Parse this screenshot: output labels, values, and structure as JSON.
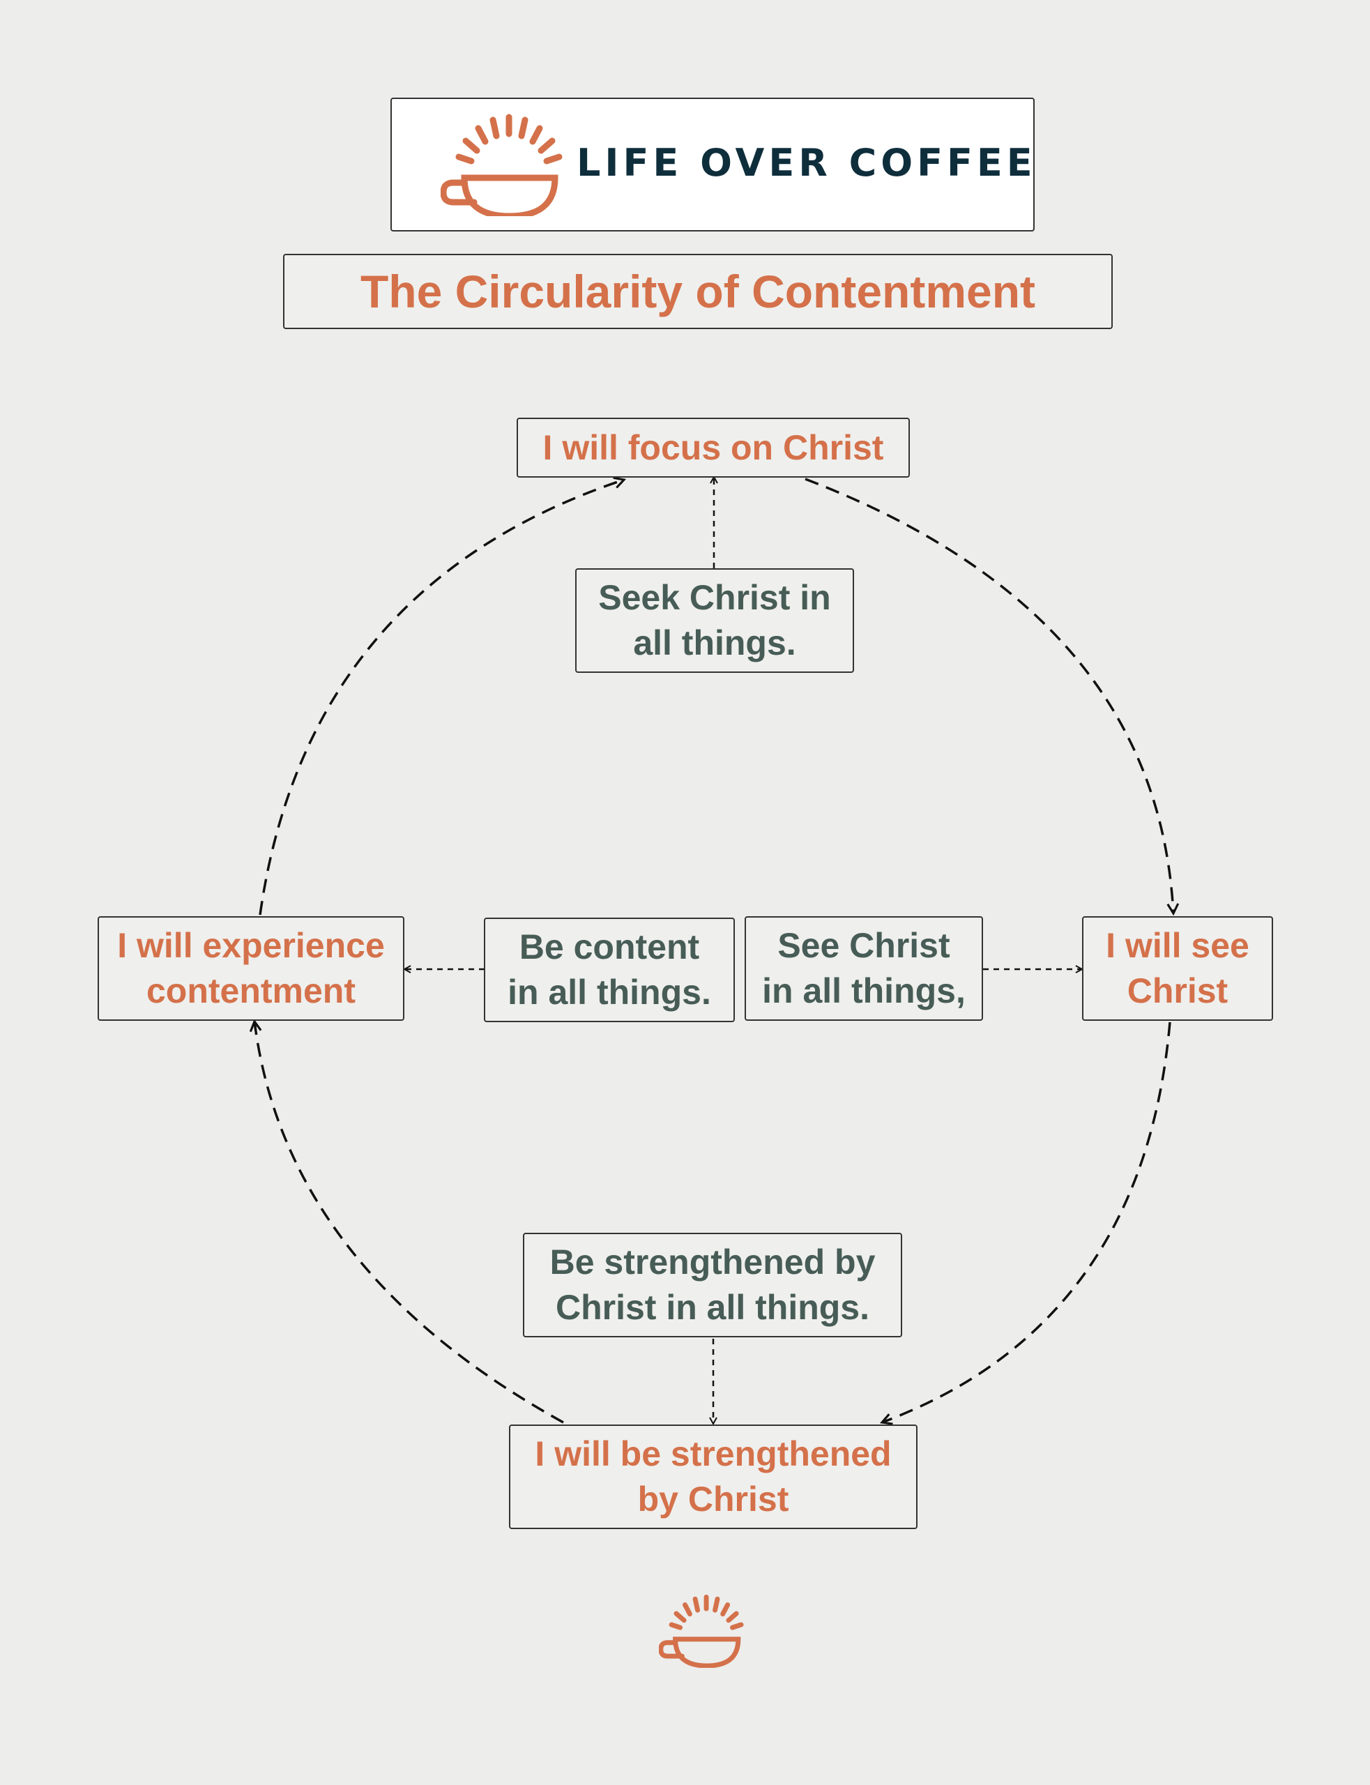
{
  "logo": {
    "text": "LIFE OVER COFFEE",
    "icon": "coffee-cup-sunrise-icon",
    "color": "#d4714a",
    "text_color": "#0f2e3c"
  },
  "title": "The Circularity of Contentment",
  "nodes": {
    "focus": "I will focus on Christ",
    "see": "I will see\nChrist",
    "strengthened": "I will be strengthened\nby Christ",
    "experience": "I will experience\ncontentment"
  },
  "actions": {
    "seek": "Seek Christ in\nall things.",
    "see_all": "See Christ\nin all things,",
    "strengthen_all": "Be strengthened by\nChrist in all things.",
    "content_all": "Be content\nin all things."
  },
  "footer": {
    "icon": "coffee-cup-sunrise-icon"
  },
  "colors": {
    "background": "#ededec",
    "stage_text": "#d4714a",
    "action_text": "#475c56",
    "arrow": "#111111"
  }
}
